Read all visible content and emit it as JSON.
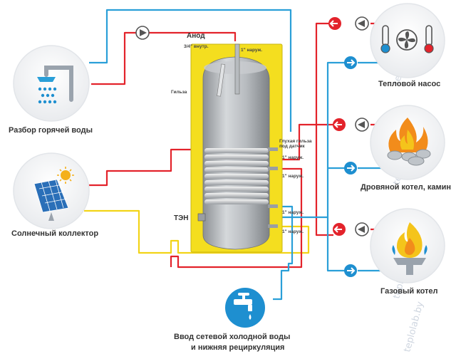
{
  "colors": {
    "hot_pipe": "#e3232b",
    "cold_pipe": "#2a9fd8",
    "solar_pipe": "#f2d417",
    "tank_shell": "#f4de1f",
    "tank_body": "#a9adb1",
    "icon_blue": "#1e8fd0"
  },
  "tank": {
    "anode_label": "Анод",
    "anode_thread": "3/4\" внутр.",
    "top_port": "1\" наруж.",
    "sleeve": "Гильза",
    "blind_sleeve_line1": "Глухая гильза",
    "blind_sleeve_line2": "под датчик",
    "port_1": "1\" наруж.",
    "port_2": "1\" наруж.",
    "port_3": "1\" наруж.",
    "port_4": "1\" наруж.",
    "heater": "ТЭН"
  },
  "nodes": {
    "hot_water": {
      "label": "Разбор горячей воды",
      "icon": "shower-icon"
    },
    "solar": {
      "label": "Солнечный коллектор",
      "icon": "solar-panel-icon"
    },
    "heat_pump": {
      "label": "Тепловой насос",
      "icon": "heat-pump-icon"
    },
    "wood_boiler": {
      "label": "Дровяной котел, камин",
      "icon": "fire-icon"
    },
    "gas_boiler": {
      "label": "Газовый котел",
      "icon": "gas-flame-icon"
    },
    "cold_input": {
      "label_line1": "Ввод  сетевой холодной воды",
      "label_line2": "и нижняя рециркуляция",
      "icon": "tap-icon"
    }
  },
  "watermark": "teplolab.by"
}
